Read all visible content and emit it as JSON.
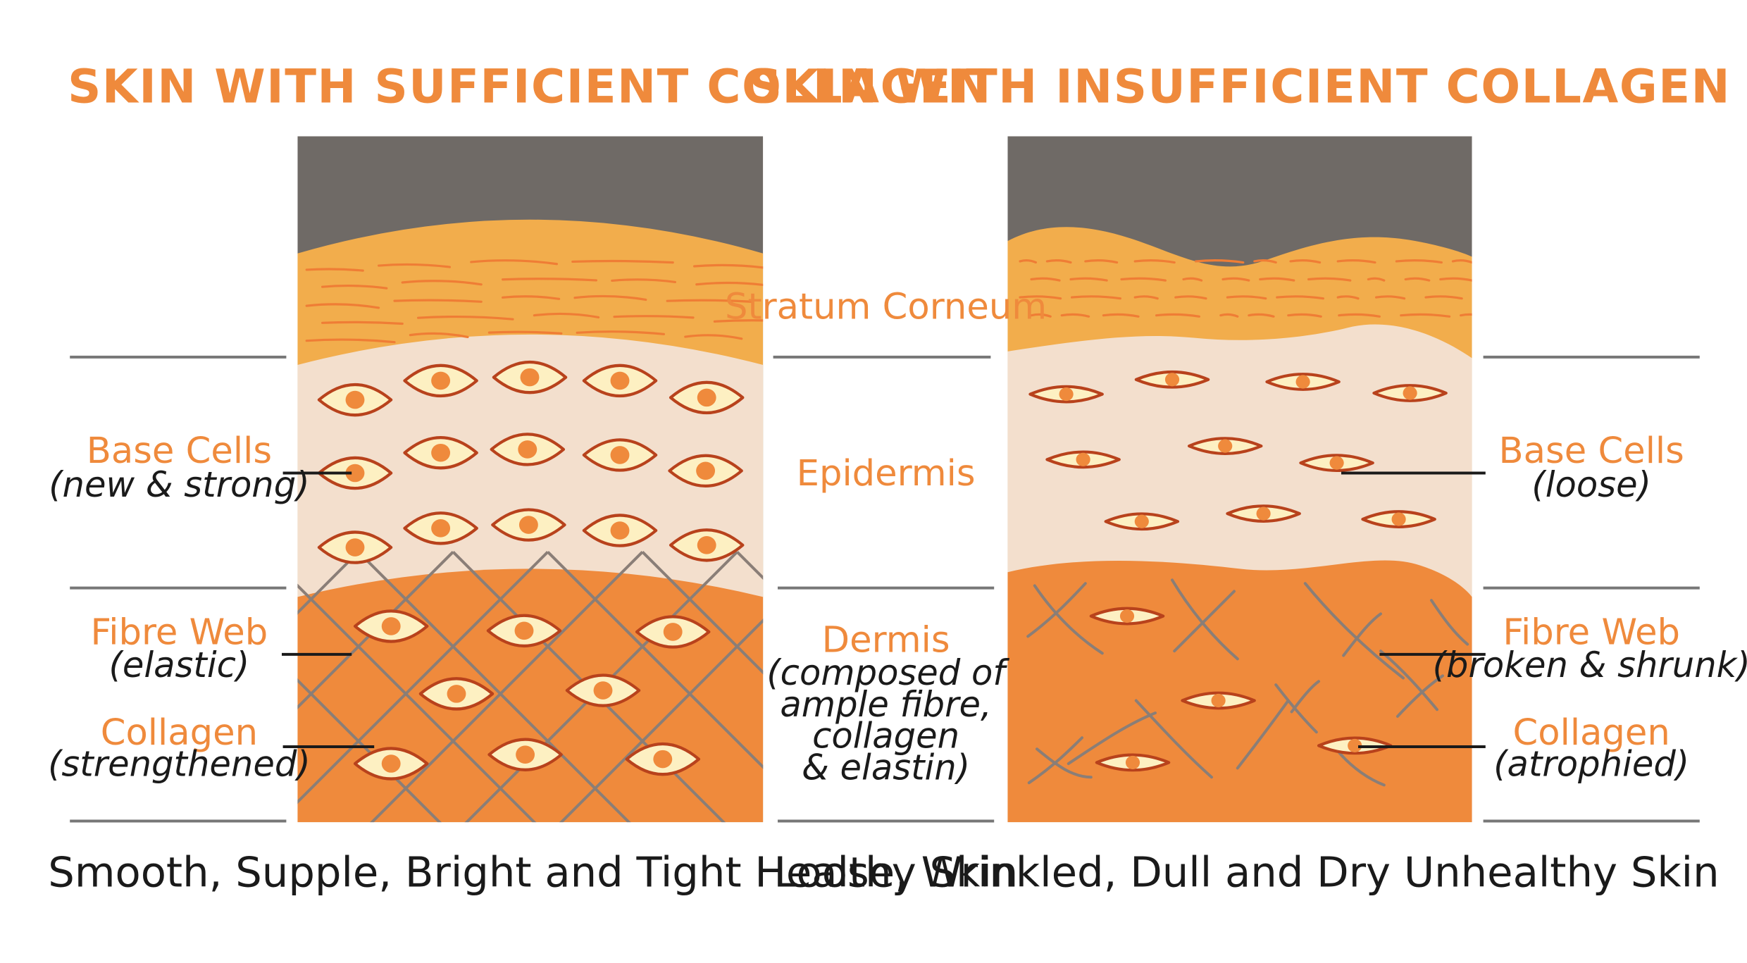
{
  "colors": {
    "accent": "#ef8a3c",
    "dark_layer": "#6f6a66",
    "stratum": "#f2ad4c",
    "epidermis": "#f3dfcd",
    "dermis": "#ef8a3c",
    "cell_fill": "#fdf0c2",
    "cell_stroke": "#b8421c",
    "nucleus": "#ef8a3c",
    "fibre": "#8a7e77",
    "rule": "#777777",
    "text": "#1a1a1a"
  },
  "left_panel": {
    "title": "SKIN WITH SUFFICIENT COLLAGEN",
    "base_cells": {
      "name": "Base Cells",
      "desc": "(new & strong)"
    },
    "fibre_web": {
      "name": "Fibre Web",
      "desc": "(elastic)"
    },
    "collagen": {
      "name": "Collagen",
      "desc": "(strengthened)"
    },
    "caption": "Smooth, Supple, Bright and Tight Healthy Skin"
  },
  "center_labels": {
    "stratum": "Stratum Corneum",
    "epidermis": "Epidermis",
    "dermis": {
      "name": "Dermis",
      "desc_lines": [
        "(composed of",
        "ample fibre,",
        "collagen",
        "& elastin)"
      ]
    }
  },
  "right_panel": {
    "title": "SKIN WITH INSUFFICIENT COLLAGEN",
    "base_cells": {
      "name": "Base Cells",
      "desc": "(loose)"
    },
    "fibre_web": {
      "name": "Fibre Web",
      "desc": "(broken & shrunk)"
    },
    "collagen": {
      "name": "Collagen",
      "desc": "(atrophied)"
    },
    "caption": "Loose, Wrinkled, Dull and Dry Unhealthy Skin"
  }
}
